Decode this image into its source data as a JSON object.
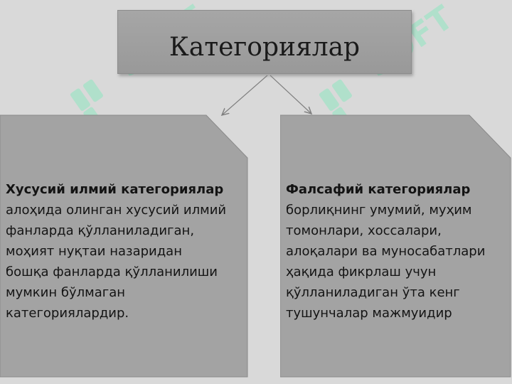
{
  "title": "Категориялар",
  "panels": [
    {
      "heading": "Хусусий илмий категориялар",
      "lines": [
        "алоҳида олинган хусусий илмий",
        "фанларда қўлланиладиган,",
        "моҳият нуқтаи назаридан",
        "бошқа фанларда қўлланилиши",
        "мумкин бўлмаган",
        "категориялардир."
      ]
    },
    {
      "heading": "Фалсафий категориялар",
      "lines": [
        "борлиқнинг умумий, муҳим",
        "томонлари, хоссалари,",
        "алоқалари ва муносабатлари",
        "ҳақида фикрлаш учун",
        "қўлланиладиган ўта кенг",
        "тушунчалар мажмуидир"
      ]
    }
  ],
  "colors": {
    "background": "#d9d9d9",
    "box_fill": "#a6a6a6",
    "watermark": "#7ee0b4"
  },
  "watermark": {
    "text": "SOFT",
    "icon": "leaf-logo-icon"
  }
}
